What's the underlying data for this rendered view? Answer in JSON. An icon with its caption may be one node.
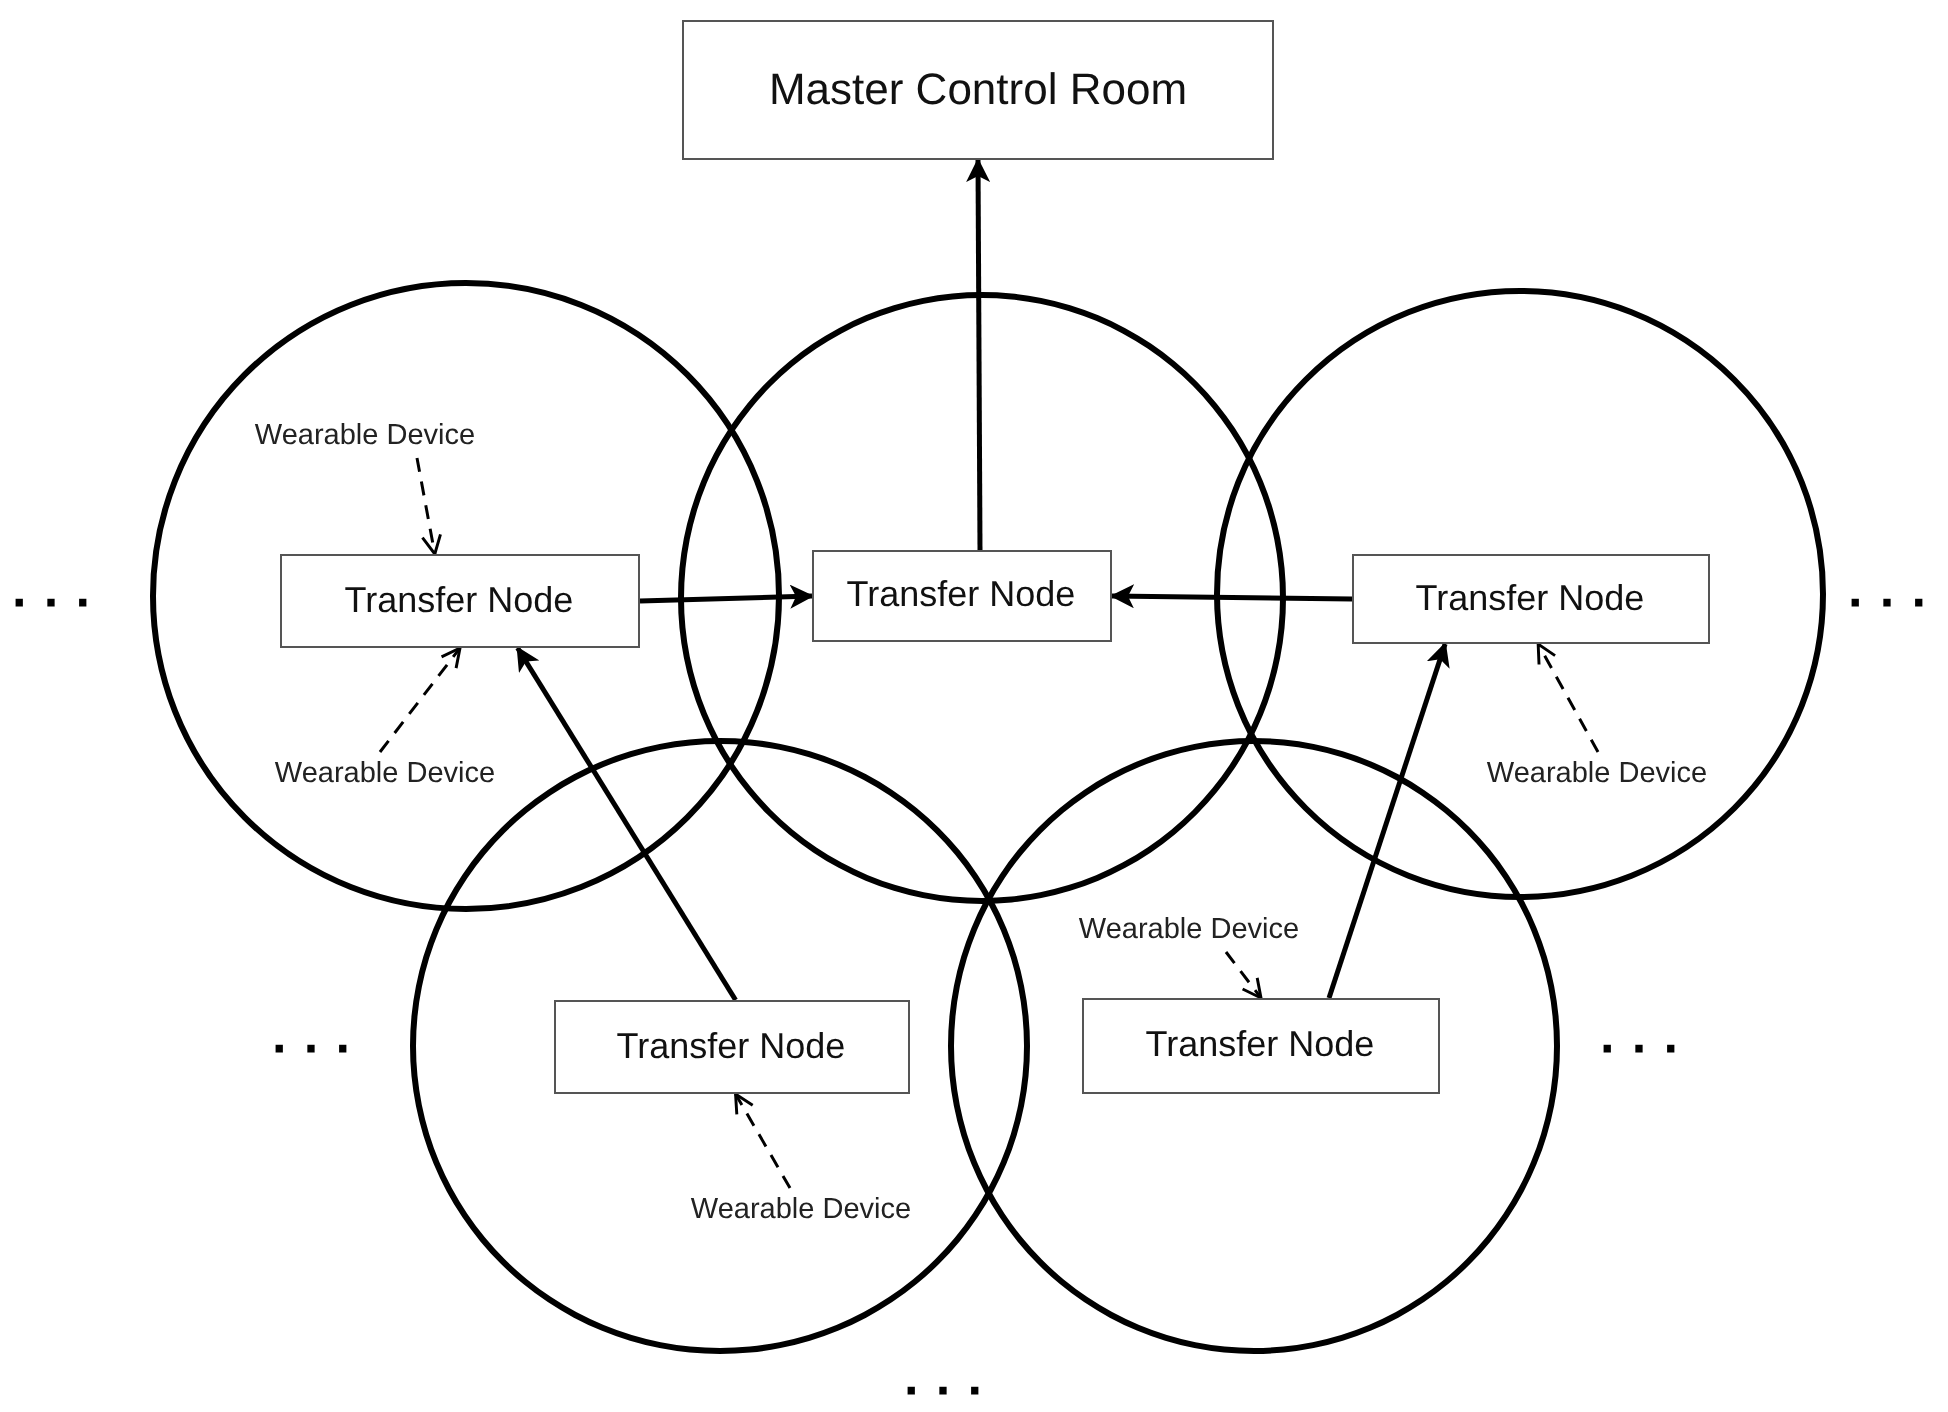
{
  "diagram": {
    "nodes": [
      {
        "text": [
          "Master Control Room"
        ]
      },
      {
        "text": [],
        "shape": "circle"
      },
      {
        "text": [
          "Wearable Device"
        ],
        "in": 1
      },
      {
        "text": [
          "Transfer Node"
        ],
        "in": 1
      },
      {
        "text": [
          "Wearable Device"
        ],
        "in": 1
      },
      {
        "text": [],
        "shape": "circle"
      },
      {
        "text": [
          "Transfer Node"
        ],
        "in": 5
      },
      {
        "text": [],
        "shape": "circle"
      },
      {
        "text": [
          "Transfer Node"
        ],
        "in": 7
      },
      {
        "text": [
          "Wearable Device"
        ],
        "in": 7
      },
      {
        "text": [],
        "shape": "circle"
      },
      {
        "text": [
          "Transfer Node"
        ],
        "in": 10
      },
      {
        "text": [
          "Wearable Device"
        ],
        "in": 10
      },
      {
        "text": [],
        "shape": "circle"
      },
      {
        "text": [
          "Wearable Device"
        ],
        "in": 13
      },
      {
        "text": [
          "Transfer Node"
        ],
        "in": 13
      }
    ],
    "edges": [
      {
        "from": 6,
        "to": 0,
        "arrow": "to"
      },
      {
        "from": 3,
        "to": 6,
        "arrow": "to"
      },
      {
        "from": 8,
        "to": 6,
        "arrow": "to"
      },
      {
        "from": 11,
        "to": 3,
        "arrow": "to"
      },
      {
        "from": 15,
        "to": 8,
        "arrow": "to"
      },
      {
        "from": 2,
        "to": 3,
        "arrow": "to",
        "style": "dashed"
      },
      {
        "from": 4,
        "to": 3,
        "arrow": "to",
        "style": "dashed"
      },
      {
        "from": 9,
        "to": 8,
        "arrow": "to",
        "style": "dashed"
      },
      {
        "from": 14,
        "to": 15,
        "arrow": "to",
        "style": "dashed"
      },
      {
        "from": 12,
        "to": 11,
        "arrow": "to",
        "style": "dashed"
      }
    ],
    "labels": [
      "· · ·",
      "· · ·",
      "· · ·",
      "· · ·",
      "· · ·"
    ]
  }
}
